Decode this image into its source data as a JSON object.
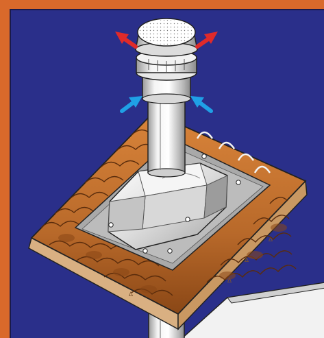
{
  "diagram": {
    "subject": "roof-tile-vent-flue-installation",
    "components": [
      {
        "name": "flue-terminal-cap"
      },
      {
        "name": "flue-pipe"
      },
      {
        "name": "roof-flashing-plate"
      },
      {
        "name": "tile-adapter-hood"
      },
      {
        "name": "clay-roof-tiles"
      },
      {
        "name": "roof-deck"
      },
      {
        "name": "ceiling-board"
      }
    ],
    "airflow": {
      "exhaust_color": "#e02a2a",
      "intake_color": "#1fa0e6",
      "exhaust_arrows": 2,
      "intake_arrows": 2
    },
    "colors": {
      "frame": "#d9692b",
      "background": "#2a2f8a",
      "tile": "#b8692a",
      "tile_dark": "#7a3e12",
      "metal_light": "#eeeeee",
      "metal_mid": "#c8c8c8",
      "metal_dark": "#8a8a8a",
      "flashing": "#a9a9a9",
      "deck": "#d9b082"
    }
  }
}
